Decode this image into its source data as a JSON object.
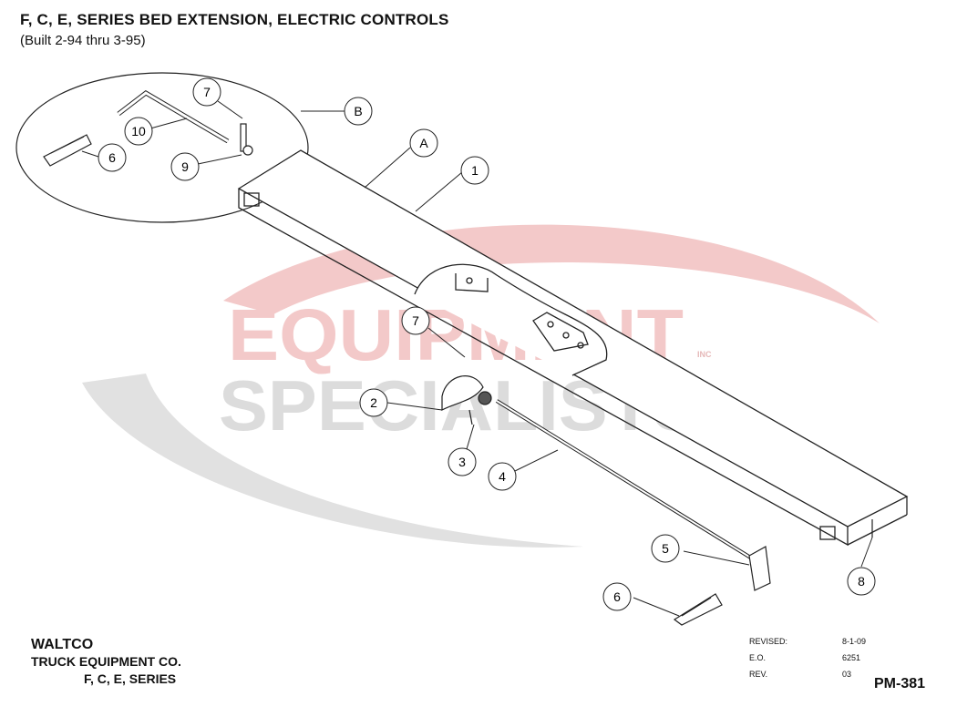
{
  "header": {
    "title": "F, C, E, SERIES BED EXTENSION, ELECTRIC CONTROLS",
    "subtitle": "(Built 2-94 thru 3-95)"
  },
  "watermark": {
    "line1": "EQUIPMENT",
    "line2": "SPECIALISTS",
    "mark": "INC",
    "colors": {
      "red": "#f3c9c9",
      "gray": "#d9d9d9"
    }
  },
  "callouts": {
    "c7a": "7",
    "cB": "B",
    "c10": "10",
    "c6a": "6",
    "c9": "9",
    "cA": "A",
    "c1": "1",
    "c7b": "7",
    "c2": "2",
    "c3": "3",
    "c4": "4",
    "c5": "5",
    "c6b": "6",
    "c8": "8"
  },
  "footer": {
    "brand": "WALTCO",
    "company": "TRUCK EQUIPMENT CO.",
    "series": "F, C, E, SERIES"
  },
  "revision": {
    "revised_label": "REVISED:",
    "revised_value": "8-1-09",
    "eo_label": "E.O.",
    "eo_value": "6251",
    "rev_label": "REV.",
    "rev_value": "03"
  },
  "doc_number": "PM-381"
}
